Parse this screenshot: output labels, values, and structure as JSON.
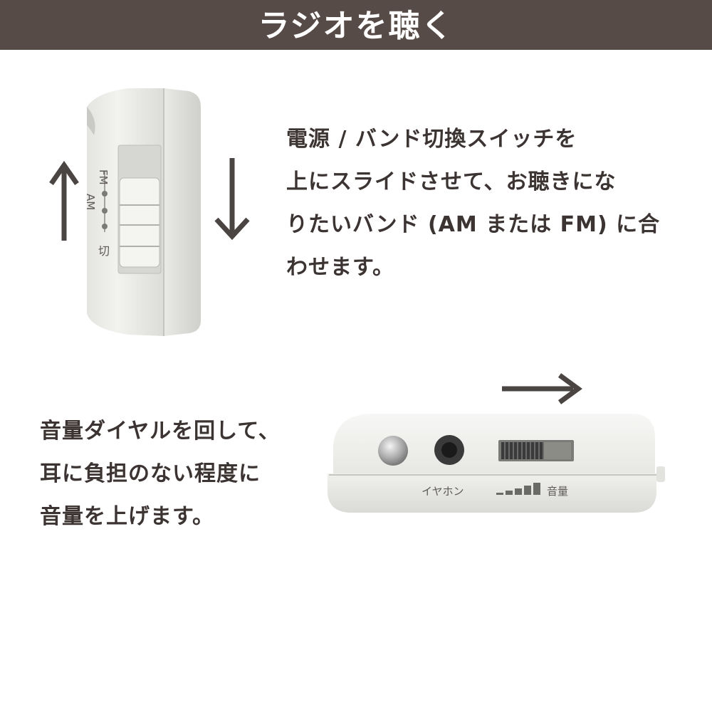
{
  "header": {
    "title": "ラジオを聴く",
    "background": "#574b47"
  },
  "instructions": [
    {
      "lines": [
        "電源 / バンド切換スイッチを",
        "上にスライドさせて、お聴きにな",
        "りたいバンド (AM または FM) に合",
        "わせます。"
      ]
    },
    {
      "lines": [
        "音量ダイヤルを回して、",
        "耳に負担のない程度に",
        "音量を上げます。"
      ]
    }
  ],
  "switch_image": {
    "labels": {
      "fm": "FM",
      "am": "AM",
      "off": "切"
    }
  },
  "radio_image": {
    "labels": {
      "earphone": "イヤホン",
      "volume": "音量"
    }
  },
  "colors": {
    "text": "#3c3432",
    "arrow": "#4a4442"
  }
}
